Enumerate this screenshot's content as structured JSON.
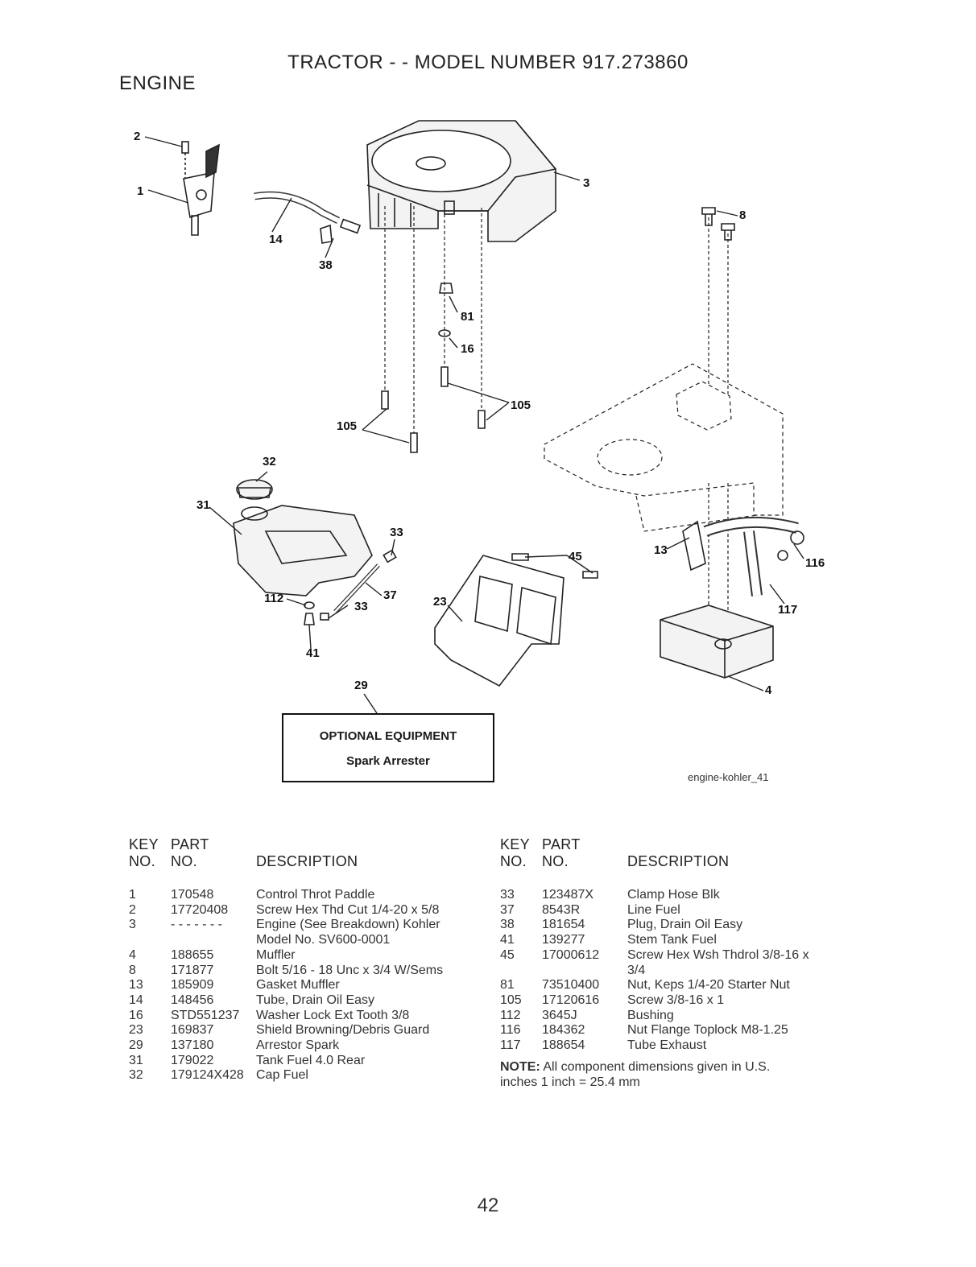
{
  "header": {
    "title": "TRACTOR - - MODEL NUMBER 917.273860",
    "section": "ENGINE"
  },
  "diagram": {
    "callouts": [
      "2",
      "1",
      "14",
      "38",
      "3",
      "8",
      "81",
      "16",
      "105",
      "105",
      "32",
      "31",
      "33",
      "37",
      "33",
      "112",
      "41",
      "45",
      "23",
      "13",
      "116",
      "117",
      "4",
      "29"
    ],
    "optional_box": {
      "heading": "OPTIONAL EQUIPMENT",
      "item": "Spark Arrester"
    },
    "figure_id": "engine-kohler_41"
  },
  "parts_table_left": {
    "headers": {
      "key_top": "KEY",
      "key_bottom": "NO.",
      "part_top": "PART",
      "part_bottom": "NO.",
      "desc": "DESCRIPTION"
    },
    "rows": [
      {
        "key": "1",
        "part": "170548",
        "desc": "Control Throt Paddle"
      },
      {
        "key": "2",
        "part": "17720408",
        "desc": "Screw Hex Thd Cut 1/4-20 x 5/8"
      },
      {
        "key": "3",
        "part": "- - - - - - -",
        "desc": "Engine (See Breakdown) Kohler"
      },
      {
        "key": "",
        "part": "",
        "desc": "Model No. SV600-0001"
      },
      {
        "key": "4",
        "part": "188655",
        "desc": "Muffler"
      },
      {
        "key": "8",
        "part": "171877",
        "desc": "Bolt 5/16 - 18 Unc x 3/4 W/Sems"
      },
      {
        "key": "13",
        "part": "185909",
        "desc": "Gasket Muffler"
      },
      {
        "key": "14",
        "part": "148456",
        "desc": "Tube, Drain Oil Easy"
      },
      {
        "key": "16",
        "part": "STD551237",
        "desc": "Washer Lock Ext Tooth 3/8"
      },
      {
        "key": "23",
        "part": "169837",
        "desc": "Shield Browning/Debris Guard"
      },
      {
        "key": "29",
        "part": "137180",
        "desc": "Arrestor Spark"
      },
      {
        "key": "31",
        "part": "179022",
        "desc": "Tank Fuel 4.0 Rear"
      },
      {
        "key": "32",
        "part": "179124X428",
        "desc": "Cap Fuel"
      }
    ]
  },
  "parts_table_right": {
    "headers": {
      "key_top": "KEY",
      "key_bottom": "NO.",
      "part_top": "PART",
      "part_bottom": "NO.",
      "desc": "DESCRIPTION"
    },
    "rows": [
      {
        "key": "33",
        "part": "123487X",
        "desc": "Clamp Hose Blk"
      },
      {
        "key": "37",
        "part": "8543R",
        "desc": "Line Fuel"
      },
      {
        "key": "38",
        "part": "181654",
        "desc": "Plug, Drain Oil Easy"
      },
      {
        "key": "41",
        "part": "139277",
        "desc": "Stem Tank Fuel"
      },
      {
        "key": "45",
        "part": "17000612",
        "desc": "Screw Hex Wsh Thdrol 3/8-16 x"
      },
      {
        "key": "",
        "part": "",
        "desc": "3/4"
      },
      {
        "key": "81",
        "part": "73510400",
        "desc": "Nut, Keps 1/4-20 Starter Nut"
      },
      {
        "key": "105",
        "part": "17120616",
        "desc": "Screw 3/8-16 x 1"
      },
      {
        "key": "112",
        "part": "3645J",
        "desc": "Bushing"
      },
      {
        "key": "116",
        "part": "184362",
        "desc": "Nut Flange Toplock M8-1.25"
      },
      {
        "key": "117",
        "part": "188654",
        "desc": "Tube Exhaust"
      }
    ]
  },
  "note": {
    "label": "NOTE:",
    "text": " All component dimensions given in U.S.",
    "text2": "inches 1 inch = 25.4 mm"
  },
  "page_number": "42"
}
